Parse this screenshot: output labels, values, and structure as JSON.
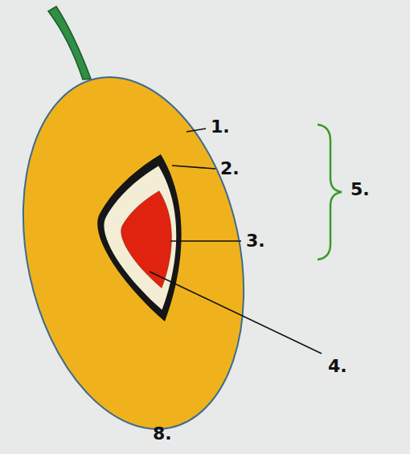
{
  "diagram": {
    "labels": [
      "1.",
      "2.",
      "3.",
      "4.",
      "5.",
      "8."
    ]
  }
}
